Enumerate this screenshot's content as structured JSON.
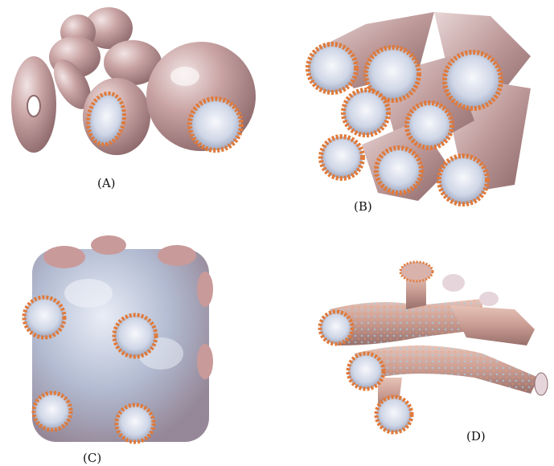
{
  "figure": {
    "panels": [
      {
        "label": "(A)"
      },
      {
        "label": "(B)"
      },
      {
        "label": "(C)"
      },
      {
        "label": "(D)"
      }
    ]
  },
  "colors": {
    "membrane": "#c9a3a3",
    "membrane_dark": "#8e6a6d",
    "headgroup": "#e07a3a",
    "lumen": "#e4e8f2",
    "cubic_blue": "#a9b3cc"
  }
}
